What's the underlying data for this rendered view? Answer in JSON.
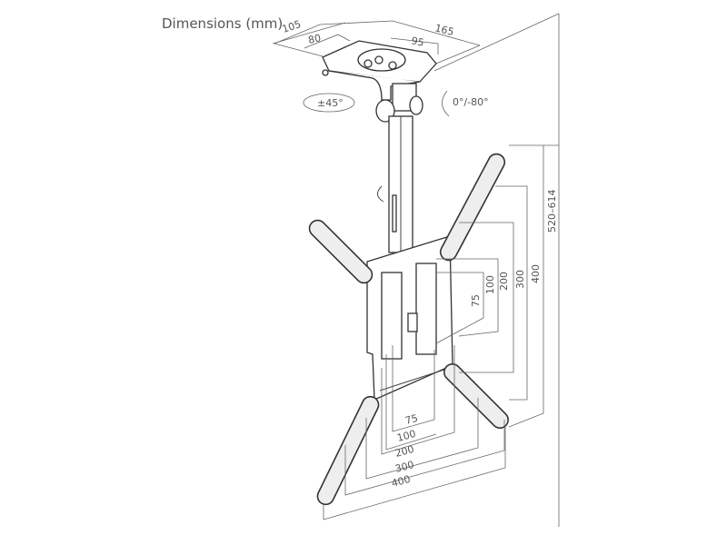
{
  "title": "Dimensions (mm)",
  "top_bracket": {
    "d105": "105",
    "d80": "80",
    "d95": "95",
    "d165": "165"
  },
  "rotation": {
    "swivel": "±45°",
    "tilt": "0°/-80°"
  },
  "vertical": {
    "h75": "75",
    "h100": "100",
    "h200": "200",
    "h300": "300",
    "h400": "400",
    "height": "520–614"
  },
  "horizontal": {
    "w75": "75",
    "w100": "100",
    "w200": "200",
    "w300": "300",
    "w400": "400"
  }
}
